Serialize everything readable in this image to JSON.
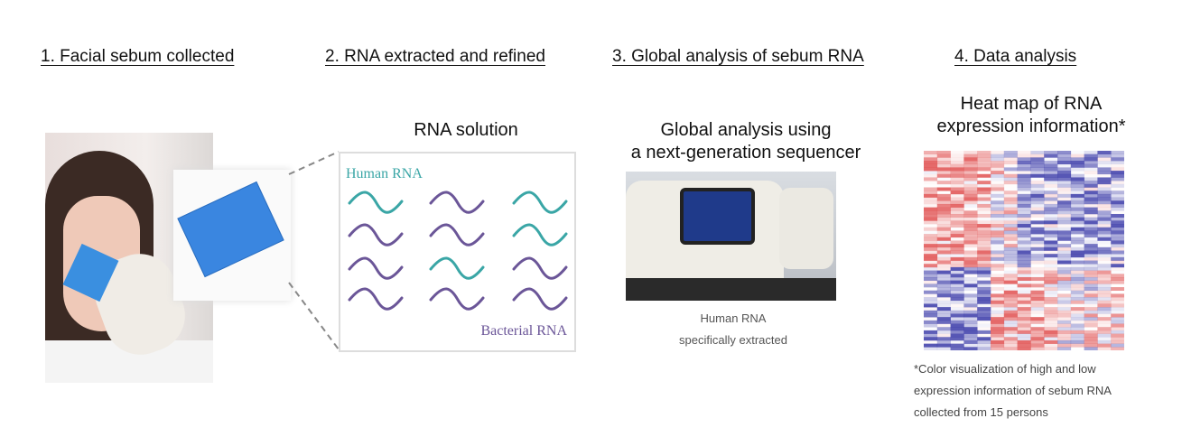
{
  "steps": [
    {
      "label": "1. Facial sebum collected"
    },
    {
      "label": "2. RNA extracted and refined",
      "subtitle": "RNA solution"
    },
    {
      "label": "3. Global analysis of sebum RNA",
      "subtitle_line1": "Global analysis using",
      "subtitle_line2": "a next-generation sequencer",
      "caption_line1": "Human RNA",
      "caption_line2": "specifically extracted"
    },
    {
      "label": "4. Data analysis",
      "subtitle_line1": "Heat map of RNA",
      "subtitle_line2": "expression information*",
      "footnote_line1": "*Color visualization of high and low",
      "footnote_line2": "expression information of sebum RNA",
      "footnote_line3": "collected from 15 persons"
    }
  ],
  "rna_box": {
    "human_label": "Human RNA",
    "bacterial_label": "Bacterial RNA",
    "human_color": "#3aa6a6",
    "bacterial_color": "#6b5698",
    "grid": [
      [
        "human",
        "bacterial",
        "human"
      ],
      [
        "bacterial",
        "bacterial",
        "human"
      ],
      [
        "bacterial",
        "human",
        "bacterial"
      ],
      [
        "bacterial",
        "bacterial",
        "bacterial"
      ]
    ]
  },
  "heatmap": {
    "columns": 15,
    "rows": 60,
    "high_color": "#e05050",
    "low_color": "#3a3aa8"
  }
}
